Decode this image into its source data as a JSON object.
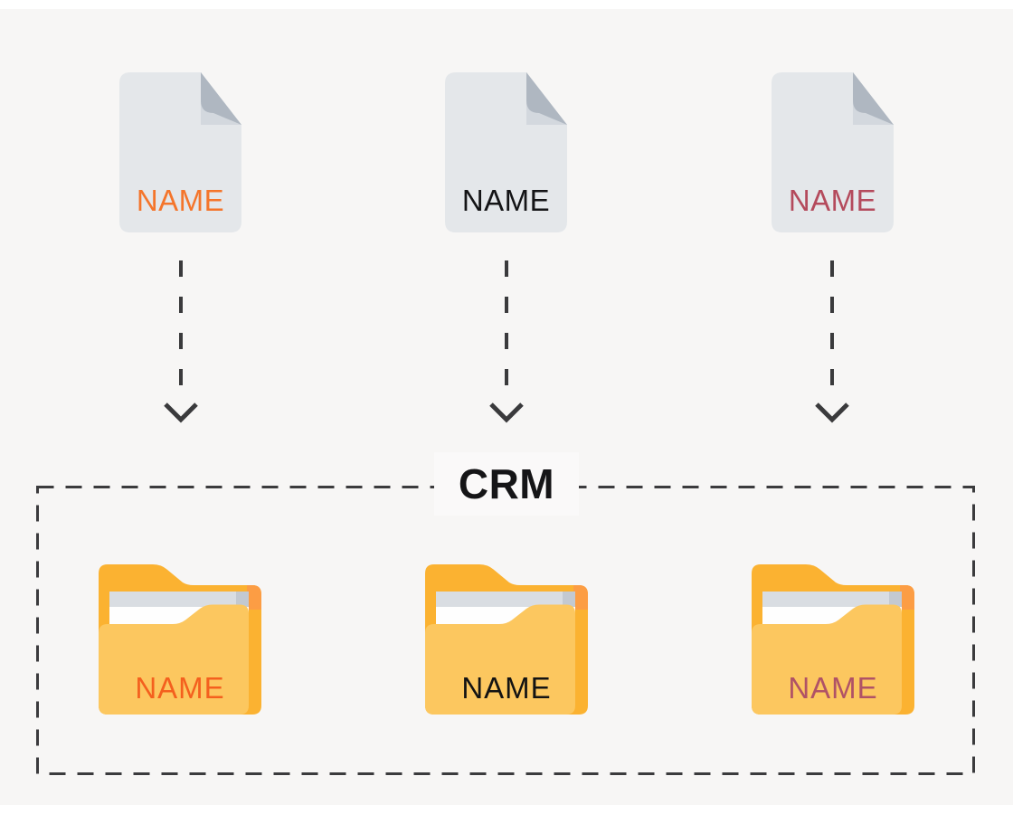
{
  "diagram": {
    "description": "Three named documents imported into CRM folders",
    "crm_label": "CRM"
  },
  "colors": {
    "panel_bg": "#F7F6F5",
    "label_bg": "#FAF9F9",
    "stroke_dark": "#3A3A3C",
    "file_body": "#E4E7EA",
    "file_fold_flap": "#AFB7C1",
    "file_fold_under": "#D3D8DE",
    "folder_back": "#FBB231",
    "folder_front": "#FCC75F",
    "folder_accent": "#FC9D44",
    "folder_strip": "#D9DDE2",
    "folder_strip_dark": "#C3C9D1"
  },
  "sources": [
    {
      "label": "NAME",
      "color": "#F4752B"
    },
    {
      "label": "NAME",
      "color": "#141416"
    },
    {
      "label": "NAME",
      "color": "#B44A5C"
    }
  ],
  "crm": {
    "label": "CRM",
    "folders": [
      {
        "label": "NAME",
        "color": "#F4601E"
      },
      {
        "label": "NAME",
        "color": "#131313"
      },
      {
        "label": "NAME",
        "color": "#B05266"
      }
    ]
  }
}
